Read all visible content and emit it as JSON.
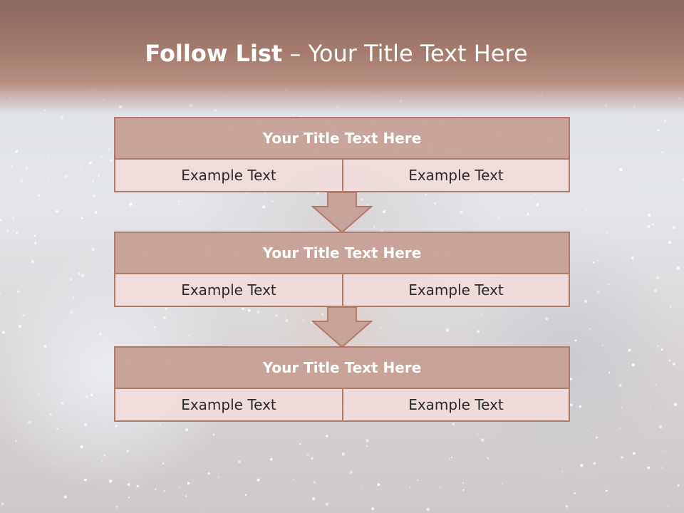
{
  "slide": {
    "title_bold": "Follow List",
    "title_rest": " – Your Title Text Here",
    "colors": {
      "header": "#a57a6e",
      "block_title": "#c6a096",
      "cell": "#eedcda",
      "border": "#b07a6c"
    }
  },
  "blocks": [
    {
      "title": "Your Title Text Here",
      "left": "Example Text",
      "right": "Example Text"
    },
    {
      "title": "Your Title Text Here",
      "left": "Example Text",
      "right": "Example Text"
    },
    {
      "title": "Your Title Text Here",
      "left": "Example Text",
      "right": "Example Text"
    }
  ],
  "arrows": [
    {
      "icon": "down-arrow-icon"
    },
    {
      "icon": "down-arrow-icon"
    }
  ]
}
